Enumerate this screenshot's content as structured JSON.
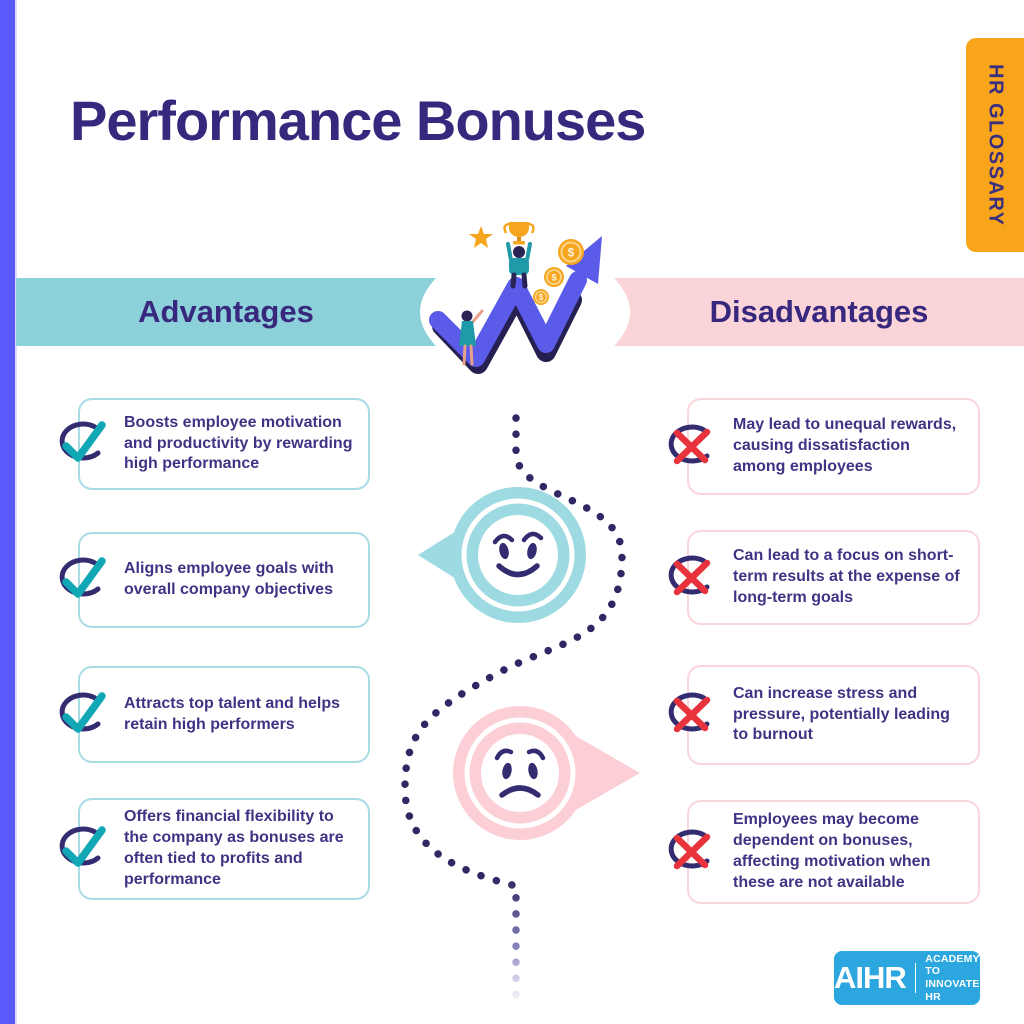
{
  "title": "Performance Bonuses",
  "side_tag": "HR GLOSSARY",
  "advantages": {
    "heading": "Advantages",
    "items": [
      "Boosts employee motivation and productivity by rewarding high performance",
      "Aligns employee goals with overall company objectives",
      "Attracts top talent and helps retain high performers",
      "Offers financial flexibility to the company as bonuses are often tied to profits and performance"
    ]
  },
  "disadvantages": {
    "heading": "Disadvantages",
    "items": [
      "May lead to unequal rewards, causing dissatisfaction among employees",
      "Can lead to a focus on short-term results at the expense of long-term goals",
      "Can increase stress and pressure, potentially leading to burnout",
      "Employees may become dependent on bonuses, affecting motivation when these are not available"
    ]
  },
  "footer_logo": {
    "brand": "AIHR",
    "tagline_line1": "ACADEMY TO",
    "tagline_line2": "INNOVATE HR"
  },
  "colors": {
    "left_stripe": "#5A5AFB",
    "heading_text": "#37277D",
    "body_text": "#3F3484",
    "teal_banner": "#8CD0DA",
    "pink_banner": "#FBD4D9",
    "teal_card_border": "#A8DCE3",
    "pink_card_border": "#FAD5DA",
    "orange_tag": "#F9A51B",
    "check_teal": "#12A7B5",
    "cross_red": "#E8333C",
    "dotted_line_navy": "#2F2864",
    "happy_pin_teal": "#9EDAE1",
    "sad_pin_pink": "#FBCFD5",
    "arrow_purple": "#5A5BE8",
    "gold": "#F6A51F",
    "logo_blue": "#2CA6DE"
  },
  "icons": {
    "advantage_marker": "check-icon",
    "disadvantage_marker": "cross-icon",
    "positive_section": "happy-face-pointer",
    "negative_section": "sad-face-pointer",
    "center_art": "growth-arrow-trophy-illustration"
  }
}
